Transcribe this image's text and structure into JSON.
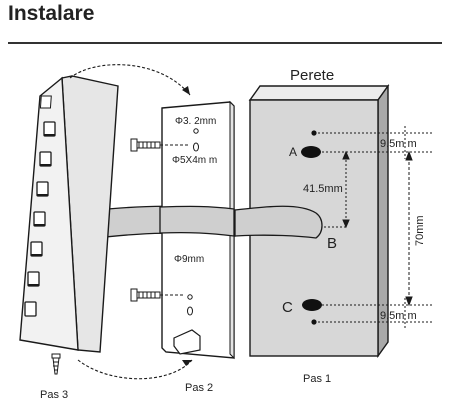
{
  "heading": "Instalare",
  "labels": {
    "wall": "Perete",
    "step1": "Pas 1",
    "step2": "Pas 2",
    "step3": "Pas 3",
    "hole_a": "A",
    "hole_b": "B",
    "hole_c": "C",
    "dim_top": "9.5m m",
    "dim_bottom": "9.5m m",
    "dim_ab": "41.5mm",
    "dim_total": "70mm",
    "drill_small": "Φ3. 2mm",
    "drill_slot": "Φ5X4m m",
    "drill_cable": "Φ9mm"
  },
  "colors": {
    "wall_face": "#d7d7d7",
    "wall_side": "#a9a9a9",
    "device_face": "#f2f2f2",
    "cable": "#cfcfcf",
    "line": "#1a1a1a"
  }
}
